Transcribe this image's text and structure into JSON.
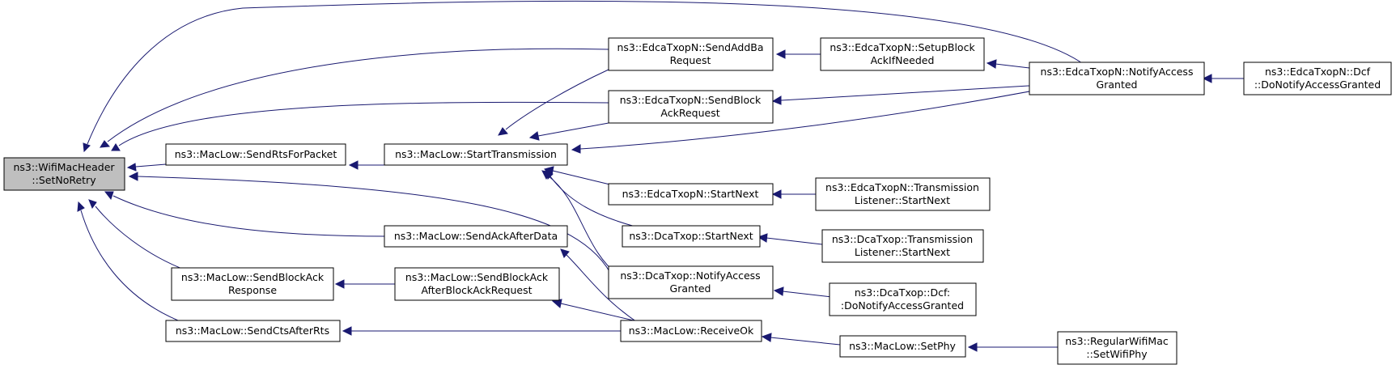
{
  "graph": {
    "nodes": [
      {
        "id": "setnoretry",
        "lines": [
          "ns3::WifiMacHeader",
          "::SetNoRetry"
        ]
      },
      {
        "id": "sendrtsforpacket",
        "lines": [
          "ns3::MacLow::SendRtsForPacket"
        ]
      },
      {
        "id": "sendackafterdata",
        "lines": [
          "ns3::MacLow::SendAckAfterData"
        ]
      },
      {
        "id": "sendblockackresponse",
        "lines": [
          "ns3::MacLow::SendBlockAck",
          "Response"
        ]
      },
      {
        "id": "sendctsafterrts",
        "lines": [
          "ns3::MacLow::SendCtsAfterRts"
        ]
      },
      {
        "id": "starttransmission",
        "lines": [
          "ns3::MacLow::StartTransmission"
        ]
      },
      {
        "id": "sendblockackafterbar",
        "lines": [
          "ns3::MacLow::SendBlockAck",
          "AfterBlockAckRequest"
        ]
      },
      {
        "id": "edca_sendaddba",
        "lines": [
          "ns3::EdcaTxopN::SendAddBa",
          "Request"
        ]
      },
      {
        "id": "edca_sendblockackreq",
        "lines": [
          "ns3::EdcaTxopN::SendBlock",
          "AckRequest"
        ]
      },
      {
        "id": "edca_startnext",
        "lines": [
          "ns3::EdcaTxopN::StartNext"
        ]
      },
      {
        "id": "dca_startnext",
        "lines": [
          "ns3::DcaTxop::StartNext"
        ]
      },
      {
        "id": "dca_notifyaccess",
        "lines": [
          "ns3::DcaTxop::NotifyAccess",
          "Granted"
        ]
      },
      {
        "id": "receiveok",
        "lines": [
          "ns3::MacLow::ReceiveOk"
        ]
      },
      {
        "id": "edca_setupblockack",
        "lines": [
          "ns3::EdcaTxopN::SetupBlock",
          "AckIfNeeded"
        ]
      },
      {
        "id": "edca_tl_startnext",
        "lines": [
          "ns3::EdcaTxopN::Transmission",
          "Listener::StartNext"
        ]
      },
      {
        "id": "dca_tl_startnext",
        "lines": [
          "ns3::DcaTxop::Transmission",
          "Listener::StartNext"
        ]
      },
      {
        "id": "dca_dcf_donotify",
        "lines": [
          "ns3::DcaTxop::Dcf:",
          ":DoNotifyAccessGranted"
        ]
      },
      {
        "id": "setphy",
        "lines": [
          "ns3::MacLow::SetPhy"
        ]
      },
      {
        "id": "edca_notifyaccess",
        "lines": [
          "ns3::EdcaTxopN::NotifyAccess",
          "Granted"
        ]
      },
      {
        "id": "regular_setwifiphy",
        "lines": [
          "ns3::RegularWifiMac",
          "::SetWifiPhy"
        ]
      },
      {
        "id": "edca_dcf_donotify",
        "lines": [
          "ns3::EdcaTxopN::Dcf",
          "::DoNotifyAccessGranted"
        ]
      }
    ],
    "edges": [
      {
        "from": "sendrtsforpacket",
        "to": "setnoretry"
      },
      {
        "from": "sendackafterdata",
        "to": "setnoretry"
      },
      {
        "from": "sendblockackresponse",
        "to": "setnoretry"
      },
      {
        "from": "sendctsafterrts",
        "to": "setnoretry"
      },
      {
        "from": "edca_sendaddba",
        "to": "setnoretry"
      },
      {
        "from": "edca_sendblockackreq",
        "to": "setnoretry"
      },
      {
        "from": "edca_notifyaccess",
        "to": "setnoretry"
      },
      {
        "from": "dca_notifyaccess",
        "to": "setnoretry"
      },
      {
        "from": "starttransmission",
        "to": "sendrtsforpacket"
      },
      {
        "from": "sendblockackafterbar",
        "to": "sendblockackresponse"
      },
      {
        "from": "receiveok",
        "to": "sendctsafterrts"
      },
      {
        "from": "receiveok",
        "to": "sendblockackafterbar"
      },
      {
        "from": "receiveok",
        "to": "sendackafterdata"
      },
      {
        "from": "edca_sendaddba",
        "to": "starttransmission"
      },
      {
        "from": "edca_sendblockackreq",
        "to": "starttransmission"
      },
      {
        "from": "edca_notifyaccess",
        "to": "starttransmission"
      },
      {
        "from": "edca_startnext",
        "to": "starttransmission"
      },
      {
        "from": "dca_startnext",
        "to": "starttransmission"
      },
      {
        "from": "dca_notifyaccess",
        "to": "starttransmission"
      },
      {
        "from": "edca_setupblockack",
        "to": "edca_sendaddba"
      },
      {
        "from": "edca_notifyaccess",
        "to": "edca_setupblockack"
      },
      {
        "from": "edca_notifyaccess",
        "to": "edca_sendblockackreq"
      },
      {
        "from": "edca_tl_startnext",
        "to": "edca_startnext"
      },
      {
        "from": "dca_tl_startnext",
        "to": "dca_startnext"
      },
      {
        "from": "dca_dcf_donotify",
        "to": "dca_notifyaccess"
      },
      {
        "from": "setphy",
        "to": "receiveok"
      },
      {
        "from": "regular_setwifiphy",
        "to": "setphy"
      },
      {
        "from": "edca_dcf_donotify",
        "to": "edca_notifyaccess"
      }
    ],
    "colors": {
      "edge": "#191970",
      "root_fill": "#bfbfbf",
      "node_fill": "#ffffff",
      "node_stroke": "#000000"
    }
  }
}
